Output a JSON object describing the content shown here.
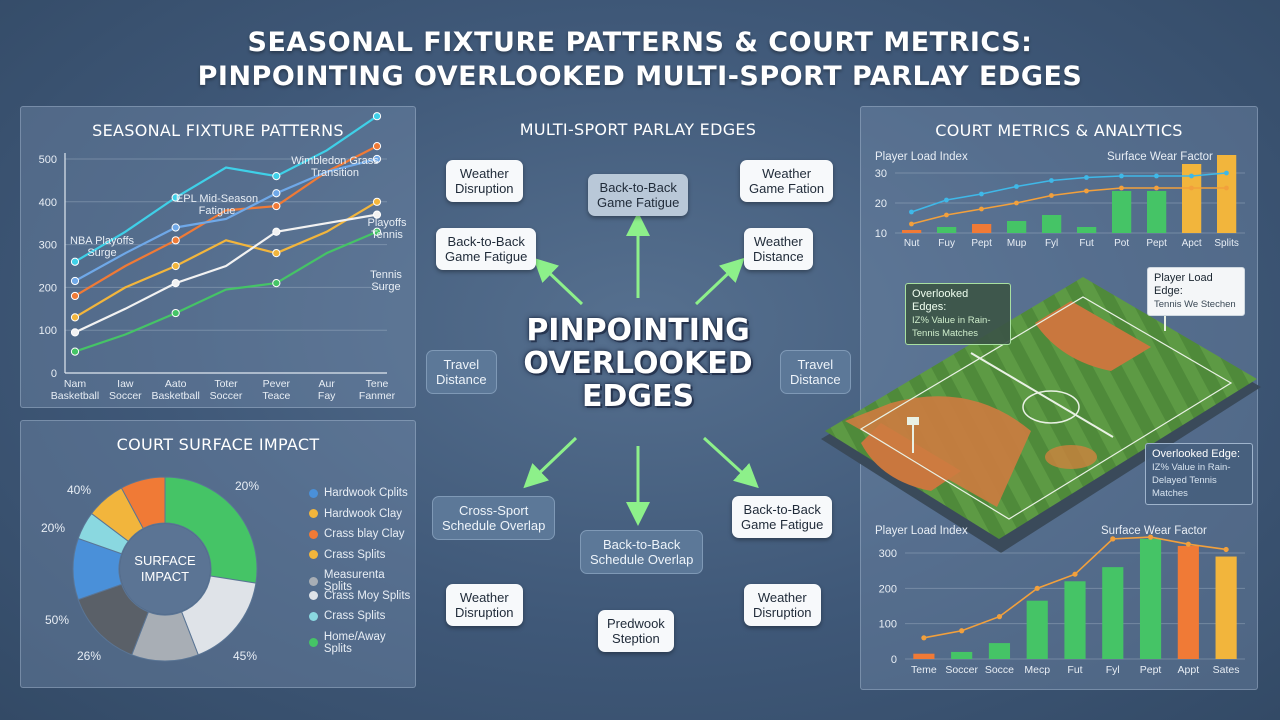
{
  "title": {
    "line1": "SEASONAL FIXTURE PATTERNS & COURT METRICS:",
    "line2": "PINPOINTING OVERLOOKED MULTI-SPORT PARLAY EDGES"
  },
  "fixture_panel": {
    "title": "SEASONAL FIXTURE PATTERNS",
    "annotations": [
      "NBA Playoffs Surge",
      "EPL Mid-Season Fatigue",
      "Wimbledon Grass Transition",
      "Playoffs Tennis",
      "Tennis Surge"
    ]
  },
  "surface_panel": {
    "title": "COURT SURFACE IMPACT",
    "center_label": [
      "SURFACE",
      "IMPACT"
    ],
    "slice_labels": [
      "20%",
      "45%",
      "26%",
      "50%",
      "20%",
      "40%"
    ],
    "legend": [
      {
        "label": "Hardwook Cplits",
        "color": "#4a90d9"
      },
      {
        "label": "Hardwook Clay",
        "color": "#f2b53c"
      },
      {
        "label": "Crass blay Clay",
        "color": "#f07a36"
      },
      {
        "label": "Crass Splits",
        "color": "#f2b53c"
      },
      {
        "label": "Measurenta Splits",
        "color": "#a8aeb5"
      },
      {
        "label": "Crass Moy Splits",
        "color": "#dfe3e8"
      },
      {
        "label": "Crass Splits",
        "color": "#8ad8e0"
      },
      {
        "label": "Home/Away Splits",
        "color": "#45c466"
      }
    ]
  },
  "parlay_panel": {
    "title": "MULTI-SPORT PARLAY EDGES",
    "center": [
      "PINPOINTING",
      "OVERLOOKED",
      "EDGES"
    ],
    "nodes": {
      "weather_tl": [
        "Weather",
        "Disruption"
      ],
      "btb_top": [
        "Back-to-Back",
        "Game Fatigue"
      ],
      "weather_tr": [
        "Weather",
        "Game Fation"
      ],
      "btb_left": [
        "Back-to-Back",
        "Game Fatigue"
      ],
      "weather_dist": [
        "Weather",
        "Distance"
      ],
      "travel_left": [
        "Travel",
        "Distance"
      ],
      "travel_right": [
        "Travel",
        "Distance"
      ],
      "cross_sport": [
        "Cross-Sport",
        "Schedule Overlap"
      ],
      "btb_bottom": [
        "Back-to-Back",
        "Schedule Overlap"
      ],
      "btb_right": [
        "Back-to-Back",
        "Game Fatigue"
      ],
      "weather_bl": [
        "Weather",
        "Disruption"
      ],
      "predwook": [
        "Predwook",
        "Steption"
      ],
      "weather_br": [
        "Weather",
        "Disruption"
      ]
    }
  },
  "court_panel": {
    "title": "COURT METRICS & ANALYTICS",
    "top_chart_label_left": "Player Load Index",
    "top_chart_label_right": "Surface Wear Factor",
    "bottom_chart_label_left": "Player Load Index",
    "bottom_chart_label_right": "Surface Wear Factor",
    "callout_left": {
      "title": "Overlooked Edges:",
      "sub": "IZ% Value in Rain-Tennis Matches"
    },
    "callout_right_top": {
      "title": "Player Load Edge:",
      "sub": "Tennis We Stechen"
    },
    "callout_right_bottom": {
      "title": "Overlooked Edge:",
      "sub": "IZ% Value in Rain-Delayed Tennis Matches"
    }
  },
  "chart_data": [
    {
      "type": "line",
      "title": "SEASONAL FIXTURE PATTERNS",
      "categories": [
        "Nam Basketball",
        "Iaw Soccer",
        "Aato Basketball",
        "Toter Soccer",
        "Pever Teace",
        "Aur Fay",
        "Tene Fanmer"
      ],
      "ylim": [
        0,
        500
      ],
      "yticks": [
        0,
        100,
        200,
        300,
        400,
        500
      ],
      "series": [
        {
          "color": "#3fd0e8",
          "values": [
            260,
            330,
            410,
            480,
            460,
            520,
            600
          ]
        },
        {
          "color": "#f07a36",
          "values": [
            180,
            250,
            310,
            380,
            390,
            470,
            530
          ]
        },
        {
          "color": "#6fa8e8",
          "values": [
            215,
            280,
            340,
            360,
            420,
            470,
            500
          ]
        },
        {
          "color": "#f2b53c",
          "values": [
            130,
            200,
            250,
            310,
            280,
            330,
            400
          ]
        },
        {
          "color": "#f2f2f2",
          "values": [
            95,
            150,
            210,
            250,
            330,
            350,
            370
          ]
        },
        {
          "color": "#45c466",
          "values": [
            50,
            90,
            140,
            195,
            210,
            280,
            330
          ]
        }
      ]
    },
    {
      "type": "pie",
      "title": "COURT SURFACE IMPACT",
      "slices": [
        {
          "value": 28,
          "color": "#45c466"
        },
        {
          "value": 17,
          "color": "#dfe3e8"
        },
        {
          "value": 12,
          "color": "#a8aeb5"
        },
        {
          "value": 14,
          "color": "#5a6068"
        },
        {
          "value": 11,
          "color": "#4a90d9"
        },
        {
          "value": 5,
          "color": "#8ad8e0"
        },
        {
          "value": 7,
          "color": "#f2b53c"
        },
        {
          "value": 8,
          "color": "#f07a36"
        }
      ]
    },
    {
      "type": "bar",
      "title": "Player Load Index / Surface Wear Factor",
      "categories": [
        "Nut",
        "Fuy",
        "Pept",
        "Mup",
        "Fyl",
        "Fut",
        "Pot",
        "Pept",
        "Apct",
        "Splits"
      ],
      "ylim": [
        10,
        30
      ],
      "yticks": [
        10,
        20,
        30
      ],
      "bars": [
        11,
        12,
        13,
        14,
        16,
        12,
        24,
        24,
        33,
        36
      ],
      "bar_colors": [
        "#f07a36",
        "#45c466",
        "#f07a36",
        "#45c466",
        "#45c466",
        "#45c466",
        "#45c466",
        "#45c466",
        "#f2b53c",
        "#f2b53c"
      ],
      "series": [
        {
          "color": "#3fb8e8",
          "values": [
            17,
            21,
            23,
            25.5,
            27.5,
            28.5,
            29,
            29,
            29,
            30
          ]
        },
        {
          "color": "#f2a03c",
          "values": [
            13,
            16,
            18,
            20,
            22.5,
            24,
            25,
            25,
            25,
            25
          ]
        }
      ]
    },
    {
      "type": "bar",
      "title": "Player Load Index / Surface Wear Factor",
      "categories": [
        "Teme",
        "Soccer",
        "Socce",
        "Mecp",
        "Fut",
        "Fyl",
        "Pept",
        "Appt",
        "Sates"
      ],
      "ylim": [
        0,
        300
      ],
      "yticks": [
        0,
        100,
        200,
        300
      ],
      "bars": [
        15,
        20,
        45,
        165,
        220,
        260,
        340,
        320,
        290
      ],
      "bar_colors": [
        "#f07a36",
        "#45c466",
        "#45c466",
        "#45c466",
        "#45c466",
        "#45c466",
        "#45c466",
        "#f07a36",
        "#f2b53c"
      ],
      "series": [
        {
          "color": "#f2a03c",
          "values": [
            60,
            80,
            120,
            200,
            240,
            340,
            360,
            325,
            310
          ]
        }
      ]
    }
  ]
}
